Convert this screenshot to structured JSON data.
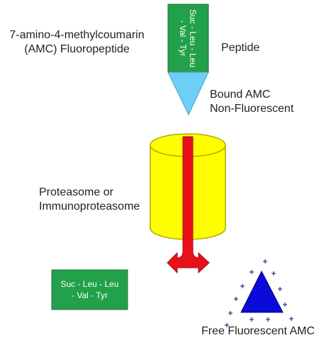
{
  "title": {
    "line1": "7-amino-4-methylcoumarin",
    "line2": "(AMC) Fluoropeptide"
  },
  "peptide_label": "Peptide",
  "peptide_sequence": {
    "line1": "Suc - Leu - Leu",
    "line2": "- Val - Tyr"
  },
  "bound_amc": {
    "line1": "Bound AMC",
    "line2": "Non-Fluorescent"
  },
  "proteasome": {
    "line1": "Proteasome or",
    "line2": "Immunoproteasome"
  },
  "cleaved_peptide": {
    "line1": "Suc - Leu - Leu",
    "line2": "- Val - Tyr"
  },
  "free_amc_label": "Free Fluorescent AMC",
  "colors": {
    "peptide_green": "#22a04a",
    "amc_cone": "#6ecff6",
    "proteasome_yellow": "#ffff00",
    "channel_red": "#e8101a",
    "free_amc_blue": "#0a0adb",
    "sparkle": "#2b3a8c"
  }
}
